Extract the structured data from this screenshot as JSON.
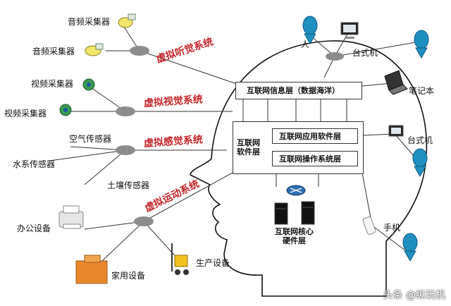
{
  "diagram": {
    "head_layers": {
      "info_layer": "互联网信息层（数据海洋）",
      "software_layer": "互联网\n软件层",
      "app_layer": "互联网应用软件层",
      "os_layer": "互联网操作系统层",
      "hardware_layer": "互联网核心\n硬件层"
    },
    "systems": {
      "hearing": "虚拟听觉系统",
      "vision": "虚拟视觉系统",
      "sense": "虚拟感觉系统",
      "motion": "虚拟运动系统"
    },
    "left_devices": {
      "audio1": "音频采集器",
      "audio2": "音频采集器",
      "video1": "视频采集器",
      "video2": "视频采集器",
      "air": "空气传感器",
      "water": "水系传感器",
      "soil": "土壤传感器",
      "office": "办公设备",
      "home": "家用设备",
      "production": "生产设备"
    },
    "right_devices": {
      "person": "人",
      "desktop1": "台式机",
      "laptop": "笔记本",
      "desktop2": "台式机",
      "phone": "手机"
    },
    "watermark": "头条 @纵玩机",
    "colors": {
      "system_text": "#c4262b",
      "person": "#1f8fc0",
      "hub": "#8c8c8c"
    }
  }
}
